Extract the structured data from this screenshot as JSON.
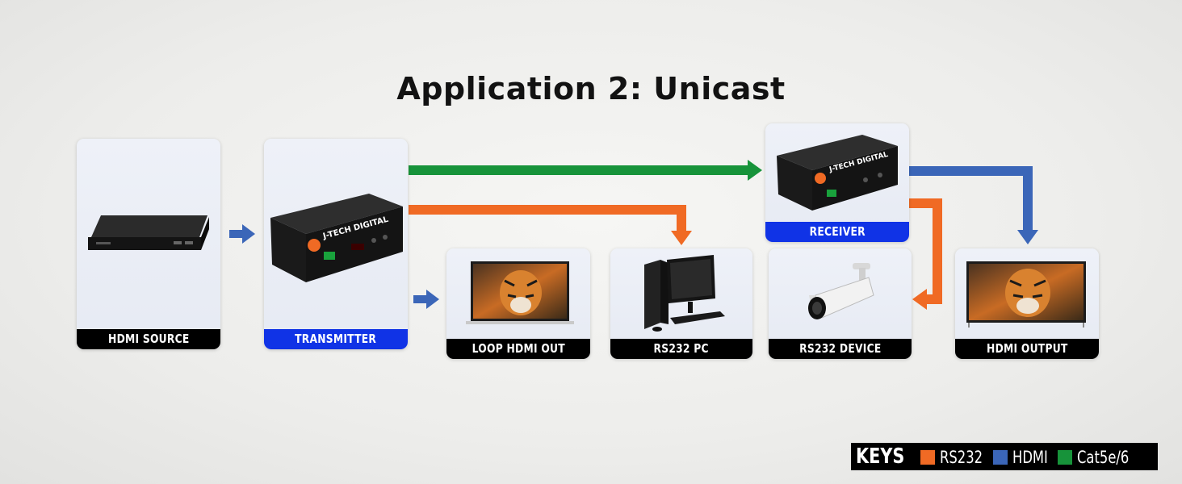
{
  "title": "Application 2: Unicast",
  "nodes": {
    "hdmi_source": "HDMI SOURCE",
    "transmitter": "TRANSMITTER",
    "loop_hdmi_out": "LOOP HDMI OUT",
    "rs232_pc": "RS232 PC",
    "receiver": "RECEIVER",
    "rs232_device": "RS232 DEVICE",
    "hdmi_output": "HDMI OUTPUT"
  },
  "device_brand": "J-TECH DIGITAL",
  "keys": {
    "title": "KEYS",
    "items": [
      {
        "label": "RS232",
        "color": "#f06a24"
      },
      {
        "label": "HDMI",
        "color": "#3b66b8"
      },
      {
        "label": "Cat5e/6",
        "color": "#17933a"
      }
    ]
  },
  "colors": {
    "rs232": "#f06a24",
    "hdmi": "#3b66b8",
    "cat": "#17933a",
    "label_dark": "#000000",
    "label_blue": "#1033e6"
  }
}
